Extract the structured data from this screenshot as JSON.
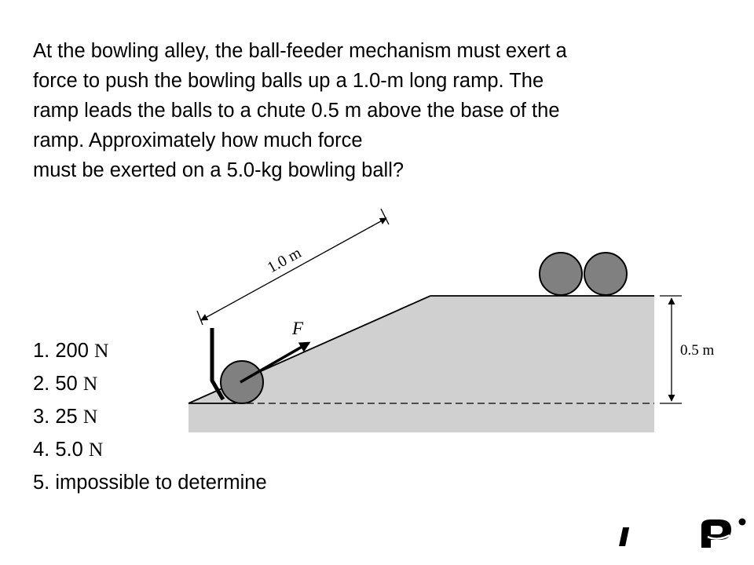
{
  "question": {
    "lines": [
      "At the bowling alley, the ball-feeder mechanism must exert a",
      "force to push the bowling balls up a 1.0-m long ramp. The",
      "ramp leads the balls to a chute 0.5 m above the base of the",
      "ramp. Approximately how much force",
      "must be exerted on a 5.0-kg bowling ball?"
    ]
  },
  "figure": {
    "length_label": "1.0 m",
    "height_label": "0.5 m",
    "force_label": "F"
  },
  "choices": [
    {
      "prefix": "1. 200 ",
      "unit": "N"
    },
    {
      "prefix": "2. 50 ",
      "unit": "N"
    },
    {
      "prefix": "3. 25 ",
      "unit": "N"
    },
    {
      "prefix": "4. 5.0 ",
      "unit": "N"
    },
    {
      "prefix": "5. impossible to determine",
      "unit": ""
    }
  ],
  "colors": {
    "ramp": "#d0d0d0",
    "ball": "#808080",
    "ink": "#000000"
  },
  "logo": {
    "text": "Pi",
    "icon": "pi-logo-icon"
  }
}
